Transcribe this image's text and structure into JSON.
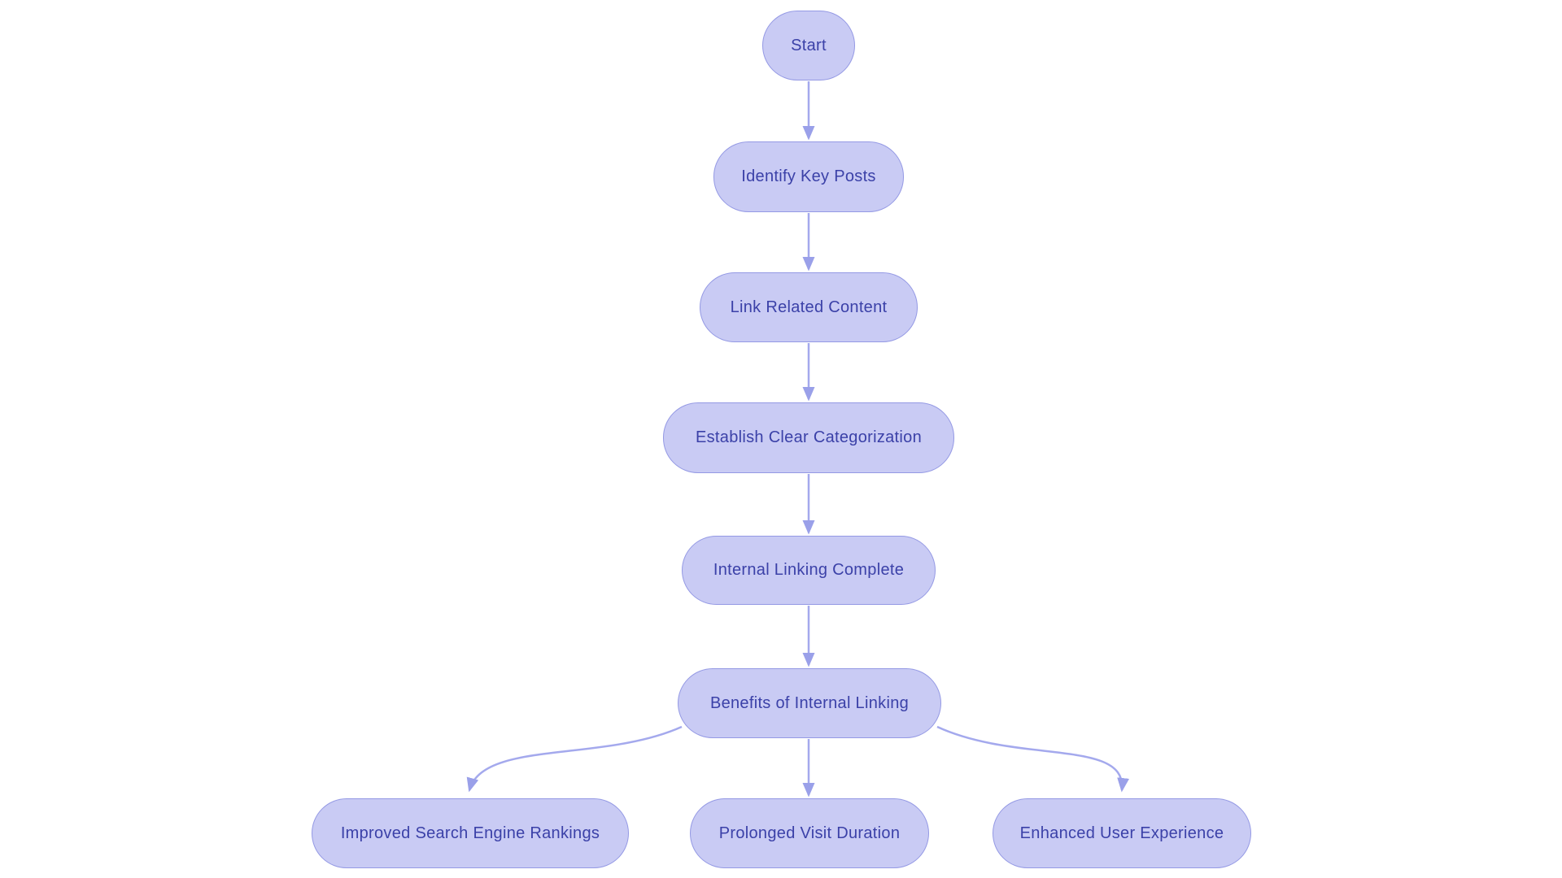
{
  "diagram": {
    "type": "flowchart",
    "direction": "top-down",
    "colors": {
      "background": "#ffffff",
      "node_fill": "#c9cbf4",
      "node_border": "#9499e4",
      "node_text": "#3b41a8",
      "edge_line": "#a4a9ed",
      "edge_arrowhead": "#9aa0e9"
    },
    "nodes": [
      {
        "id": "start",
        "label": "Start"
      },
      {
        "id": "identify",
        "label": "Identify Key Posts"
      },
      {
        "id": "link",
        "label": "Link Related Content"
      },
      {
        "id": "categorize",
        "label": "Establish Clear Categorization"
      },
      {
        "id": "complete",
        "label": "Internal Linking Complete"
      },
      {
        "id": "benefits",
        "label": "Benefits of Internal Linking"
      },
      {
        "id": "rankings",
        "label": "Improved Search Engine Rankings"
      },
      {
        "id": "duration",
        "label": "Prolonged Visit Duration"
      },
      {
        "id": "experience",
        "label": "Enhanced User Experience"
      }
    ],
    "edges": [
      {
        "from": "start",
        "to": "identify"
      },
      {
        "from": "identify",
        "to": "link"
      },
      {
        "from": "link",
        "to": "categorize"
      },
      {
        "from": "categorize",
        "to": "complete"
      },
      {
        "from": "complete",
        "to": "benefits"
      },
      {
        "from": "benefits",
        "to": "rankings"
      },
      {
        "from": "benefits",
        "to": "duration"
      },
      {
        "from": "benefits",
        "to": "experience"
      }
    ]
  }
}
